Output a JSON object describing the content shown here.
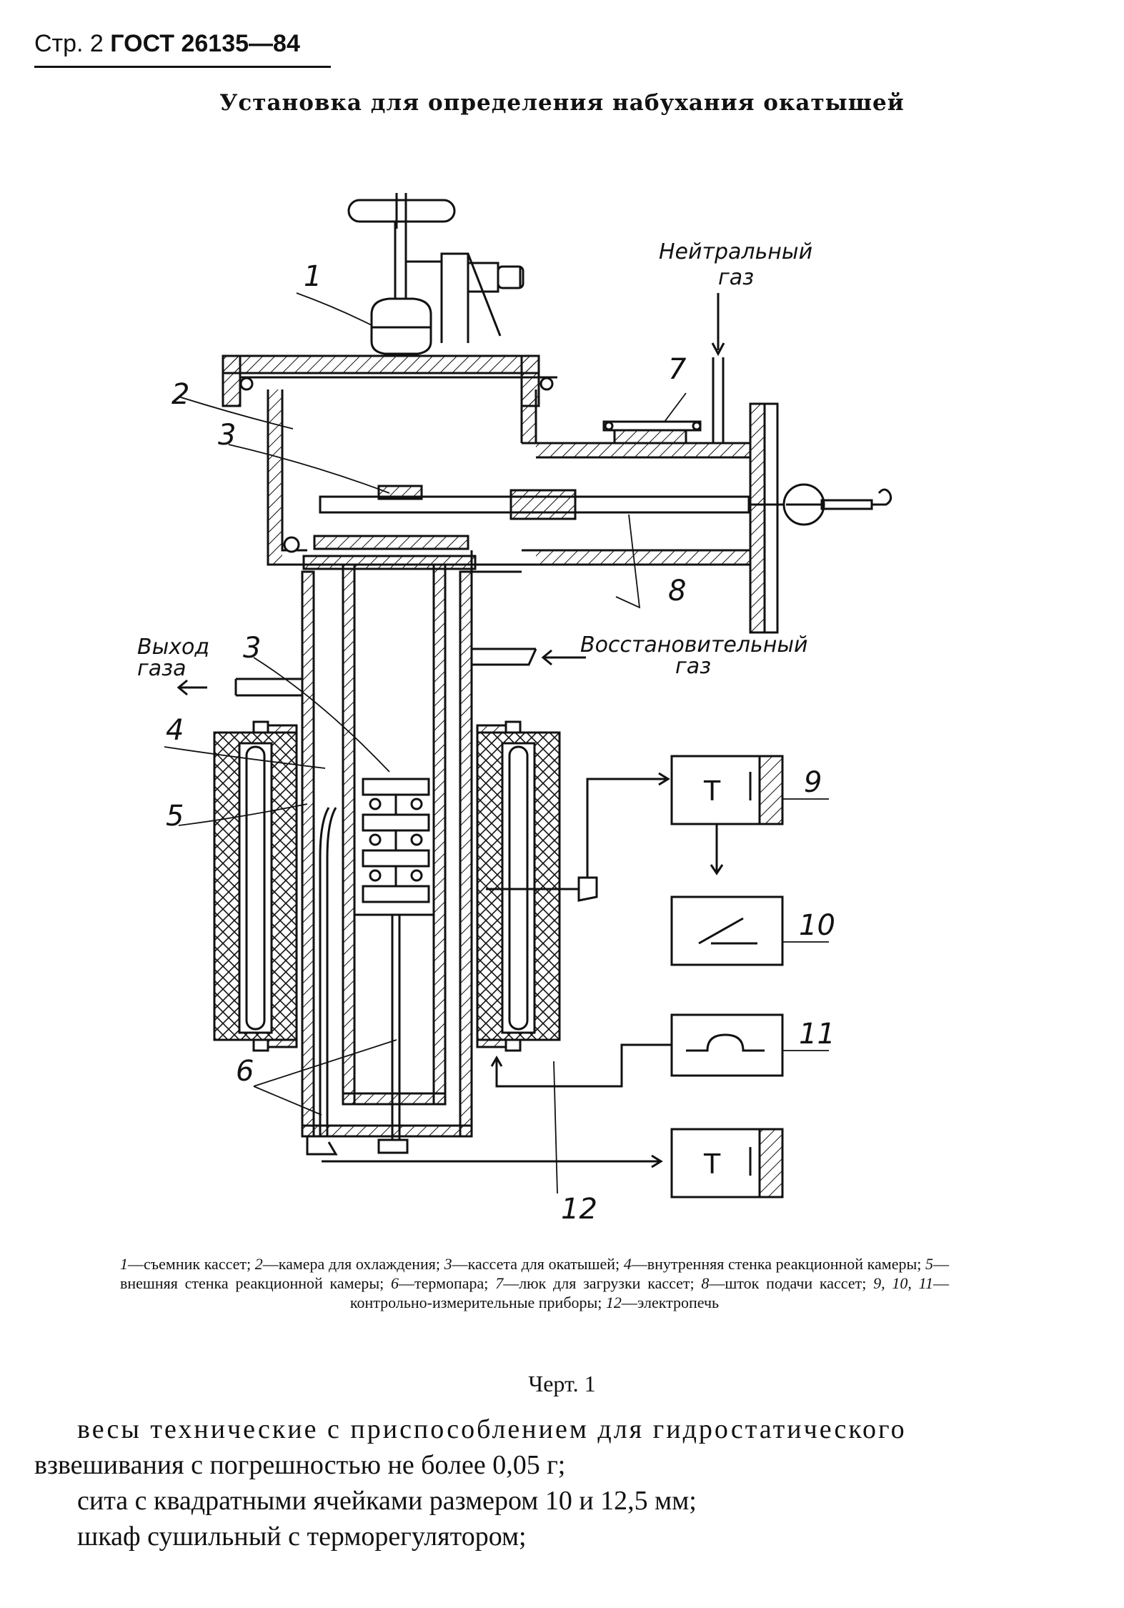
{
  "header": {
    "page": "Стр. 2",
    "standard": "ГОСТ 26135—84"
  },
  "title": "Установка для определения набухания окатышей",
  "figure": {
    "labels": {
      "n1": "1",
      "n2": "2",
      "n3a": "3",
      "n3b": "3",
      "n4": "4",
      "n5": "5",
      "n6": "6",
      "n7": "7",
      "n8": "8",
      "n9": "9",
      "n10": "10",
      "n11": "11",
      "n12": "12"
    },
    "gas": {
      "neutral_line1": "Нейтральный",
      "neutral_line2": "газ",
      "exit_line1": "Выход",
      "exit_line2": "газа",
      "reducing_line1": "Восстановительный",
      "reducing_line2": "газ"
    },
    "instrument_symbol_t": "T",
    "instrument_symbol_t2": "T"
  },
  "caption": {
    "items": [
      {
        "num": "1",
        "text": "—съемник кассет; "
      },
      {
        "num": "2",
        "text": "—камера для охлаждения; "
      },
      {
        "num": "3",
        "text": "—кассета для окатышей; "
      },
      {
        "num": "4",
        "text": "—внутренняя стенка реакционной камеры; "
      },
      {
        "num": "5",
        "text": "—внешняя стенка реакционной камеры; "
      },
      {
        "num": "6",
        "text": "—термопара; "
      },
      {
        "num": "7",
        "text": "—люк для загрузки кассет; "
      },
      {
        "num": "8",
        "text": "—шток подачи кассет; "
      },
      {
        "num": "9, 10, 11",
        "text": "—контрольно-измерительные приборы; "
      },
      {
        "num": "12",
        "text": "—электропечь"
      }
    ]
  },
  "figure_number": "Черт. 1",
  "body": {
    "line1": "весы технические с приспособлением для гидростатического",
    "line2": "взвешивания с погрешностью не более 0,05 г;",
    "line3": "сита с квадратными ячейками размером 10 и 12,5 мм;",
    "line4": "шкаф сушильный с терморегулятором;"
  }
}
